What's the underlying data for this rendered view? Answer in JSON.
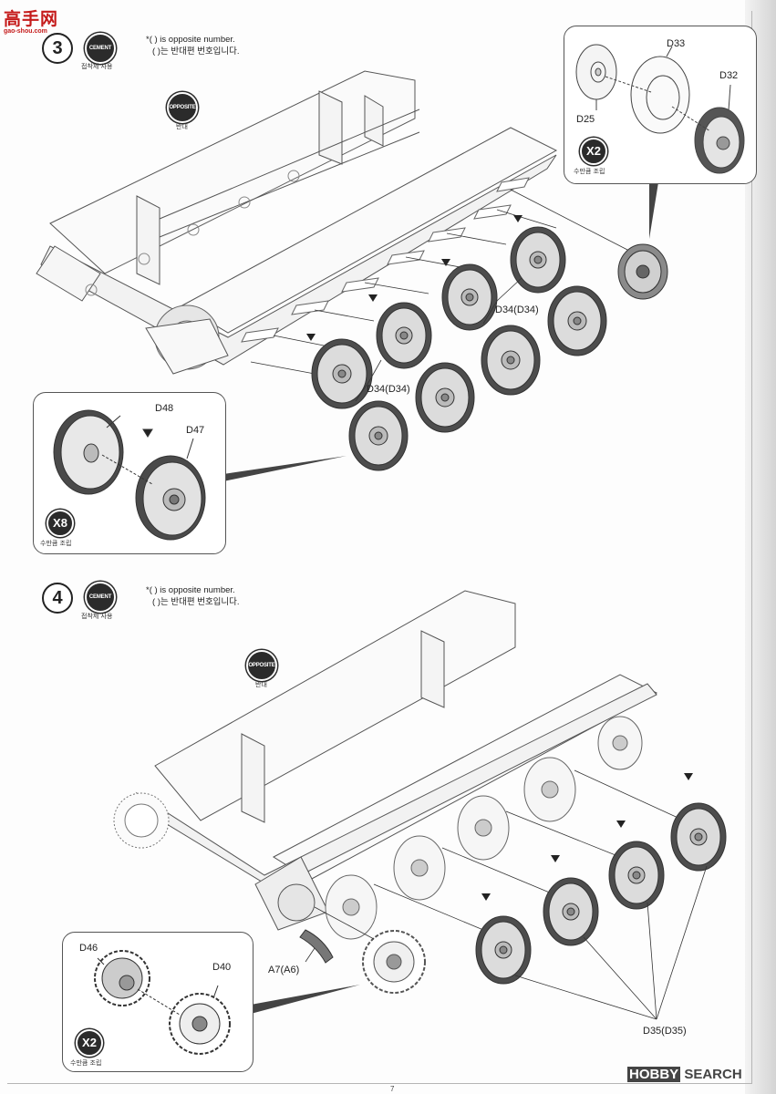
{
  "site_logo": {
    "chinese": "高手网",
    "url": "gao-shou.com"
  },
  "step3": {
    "number": "3",
    "cement_badge": "CEMENT",
    "cement_caption": "접착제 사용",
    "opposite_badge": "OPPOSITE",
    "opposite_caption": "반대",
    "note_en": "*(  ) is opposite number.",
    "note_ko": "(  )는 반대편 번호입니다.",
    "callout_top": {
      "labels": {
        "d25": "D25",
        "d33": "D33",
        "d32": "D32"
      },
      "multiplier": "X2",
      "multiplier_caption": "수만큼 조립"
    },
    "callout_left": {
      "labels": {
        "d48": "D48",
        "d47": "D47"
      },
      "multiplier": "X8",
      "multiplier_caption": "수만큼 조립"
    },
    "wheel_labels": [
      "D34(D34)",
      "D34(D34)"
    ]
  },
  "step4": {
    "number": "4",
    "cement_badge": "CEMENT",
    "cement_caption": "접착제 사용",
    "opposite_badge": "OPPOSITE",
    "opposite_caption": "반대",
    "note_en": "*(  ) is opposite number.",
    "note_ko": "(  )는 반대편 번호입니다.",
    "callout": {
      "labels": {
        "d46": "D46",
        "d40": "D40"
      },
      "multiplier": "X2",
      "multiplier_caption": "수만큼 조립"
    },
    "part_a7": "A7(A6)",
    "part_d35": "D35(D35)"
  },
  "watermark": {
    "brand": "HOBBY",
    "rest": "SEARCH"
  },
  "page_number": "7",
  "colors": {
    "ink": "#222222",
    "wheel_fill": "#d9d9d9",
    "tire": "#555555",
    "logo_red": "#c51b1b"
  }
}
